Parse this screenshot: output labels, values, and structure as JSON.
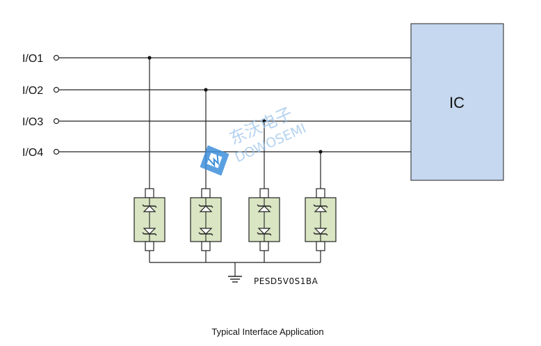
{
  "io_lines": [
    {
      "label": "I/O1"
    },
    {
      "label": "I/O2"
    },
    {
      "label": "I/O3"
    },
    {
      "label": "I/O4"
    }
  ],
  "ic": {
    "label": "IC",
    "fill": "#c5d8ef"
  },
  "tvs": {
    "part_number": "PESD5V0S1BA",
    "count": 4,
    "fill": "#d9e5c3"
  },
  "watermark": {
    "chinese": "东沃电子",
    "english": "DOWOSEMI",
    "color": "#9cc4ea"
  },
  "caption": "Typical Interface Application"
}
